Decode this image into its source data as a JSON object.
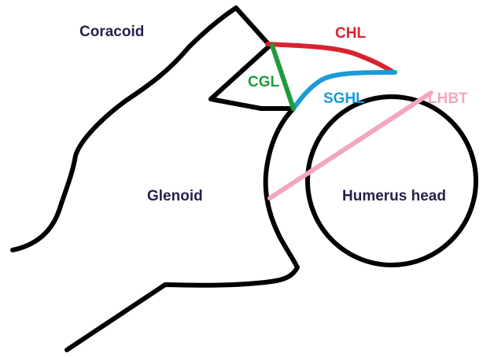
{
  "labels": {
    "coracoid": "Coracoid",
    "glenoid": "Glenoid",
    "humerus_head": "Humerus head",
    "chl": "CHL",
    "cgl": "CGL",
    "sghl": "SGHL",
    "lhbt": "LHBT"
  },
  "colors": {
    "outline": "#000000",
    "structure_text": "#2a1f4a",
    "chl": "#d8232f",
    "cgl": "#1f9a3c",
    "sghl": "#1a9ad6",
    "lhbt": "#f2a6c0"
  }
}
